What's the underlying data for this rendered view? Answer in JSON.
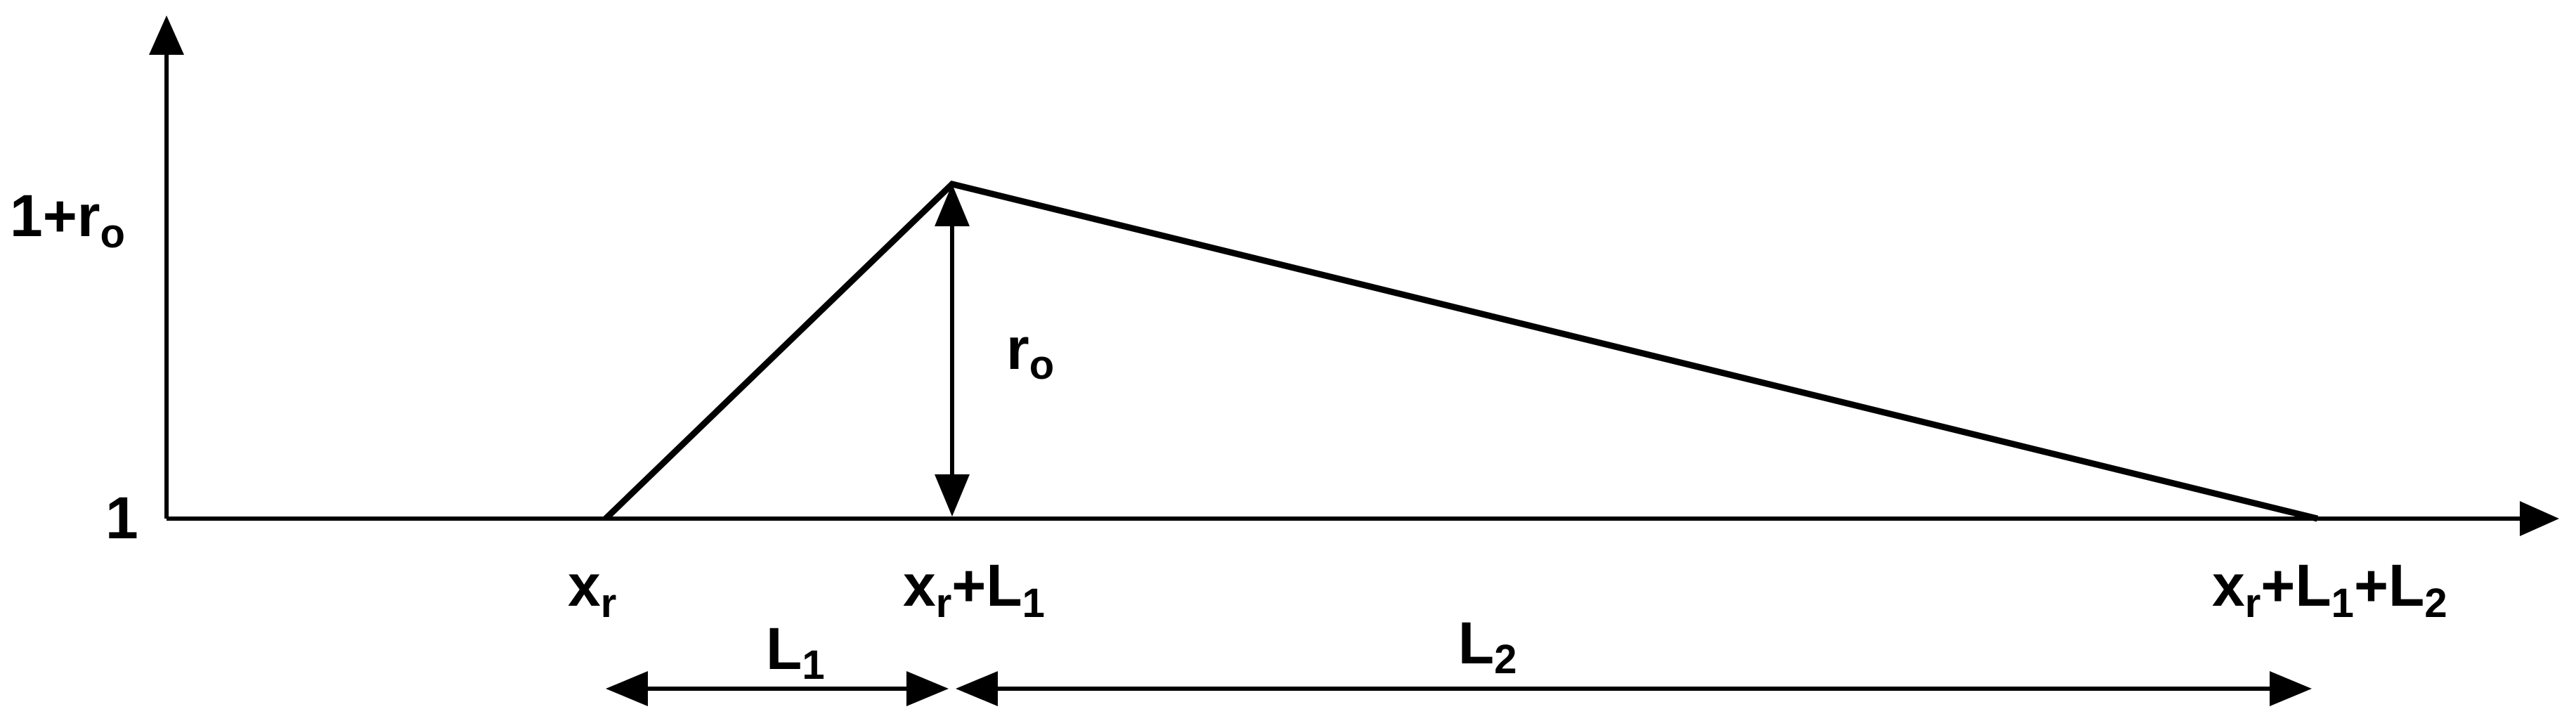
{
  "diagram": {
    "y_axis": {
      "tick_top": {
        "base": "1+r",
        "sub": "o"
      },
      "tick_base": "1"
    },
    "peak_height": {
      "base": "r",
      "sub": "o"
    },
    "x_ticks": [
      {
        "parts": [
          {
            "t": "x",
            "sub": false
          },
          {
            "t": "r",
            "sub": true
          }
        ]
      },
      {
        "parts": [
          {
            "t": "x",
            "sub": false
          },
          {
            "t": "r",
            "sub": true
          },
          {
            "t": "+L",
            "sub": false
          },
          {
            "t": "1",
            "sub": true
          }
        ]
      },
      {
        "parts": [
          {
            "t": "x",
            "sub": false
          },
          {
            "t": "r",
            "sub": true
          },
          {
            "t": "+L",
            "sub": false
          },
          {
            "t": "1",
            "sub": true
          },
          {
            "t": "+L",
            "sub": false
          },
          {
            "t": "2",
            "sub": true
          }
        ]
      }
    ],
    "spans": [
      {
        "base": "L",
        "sub": "1"
      },
      {
        "base": "L",
        "sub": "2"
      }
    ],
    "colors": {
      "line": "#000000",
      "background": "#ffffff"
    }
  }
}
